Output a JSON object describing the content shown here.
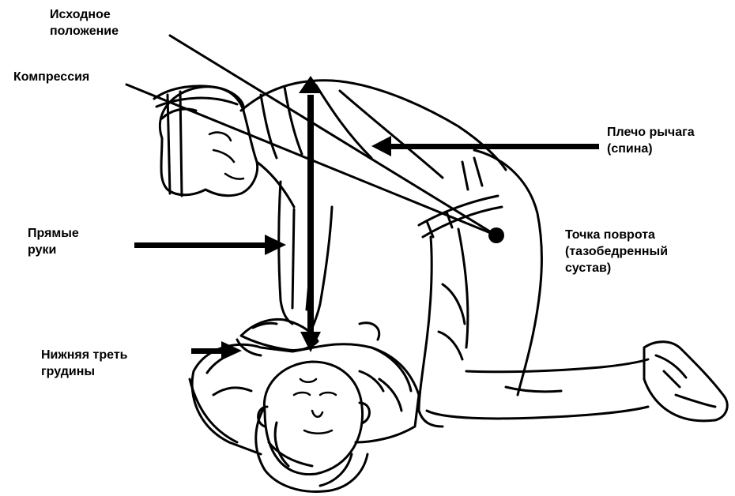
{
  "labels": {
    "initial_position": [
      "Исходное",
      "положение"
    ],
    "compression": [
      "Компрессия"
    ],
    "lever_arm": [
      "Плечо рычага",
      "(спина)"
    ],
    "pivot_point": [
      "Точка повpота",
      "(тазобедренный",
      "сустав)"
    ],
    "straight_arms": [
      "Прямые",
      "руки"
    ],
    "lower_sternum": [
      "Нижняя треть",
      "грудины"
    ]
  },
  "colors": {
    "ink": "#000000",
    "background": "#ffffff"
  }
}
